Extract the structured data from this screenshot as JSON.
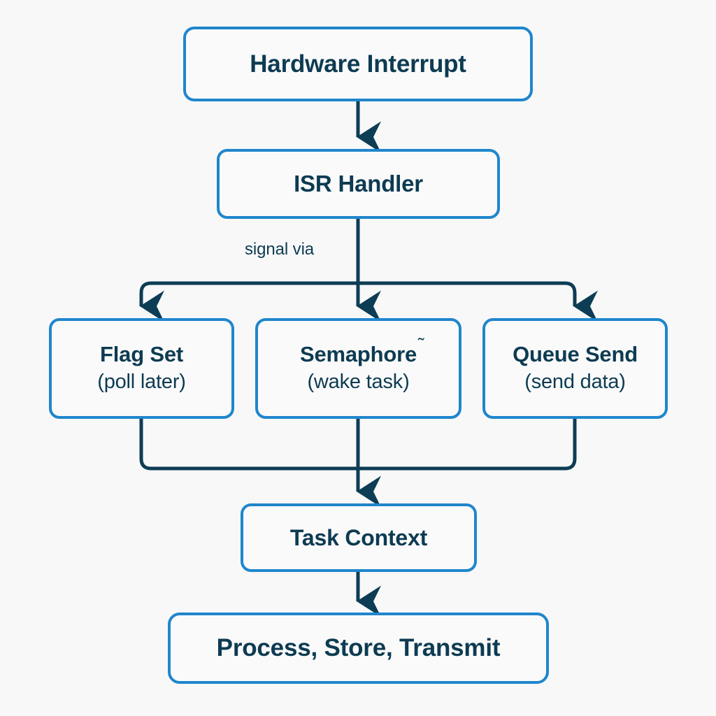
{
  "diagram": {
    "type": "flowchart",
    "orientation": "top-down",
    "background_color": "#f8f8f8",
    "node_border_color": "#1f86cc",
    "node_fill_color": "#fafafa",
    "text_color": "#0d3b52",
    "connector_color": "#0d3d55",
    "nodes": {
      "hardware_interrupt": {
        "title": "Hardware Interrupt"
      },
      "isr_handler": {
        "title": "ISR Handler"
      },
      "flag_set": {
        "title": "Flag Set",
        "subtitle": "(poll later)"
      },
      "semaphore": {
        "title": "Semaphore",
        "subtitle": "(wake task)",
        "artifact": "˜"
      },
      "queue_send": {
        "title": "Queue Send",
        "subtitle": "(send data)"
      },
      "task_context": {
        "title": "Task Context"
      },
      "process_store_transmit": {
        "title": "Process, Store, Transmit"
      }
    },
    "edge_labels": {
      "signal_via": "signal via"
    }
  }
}
